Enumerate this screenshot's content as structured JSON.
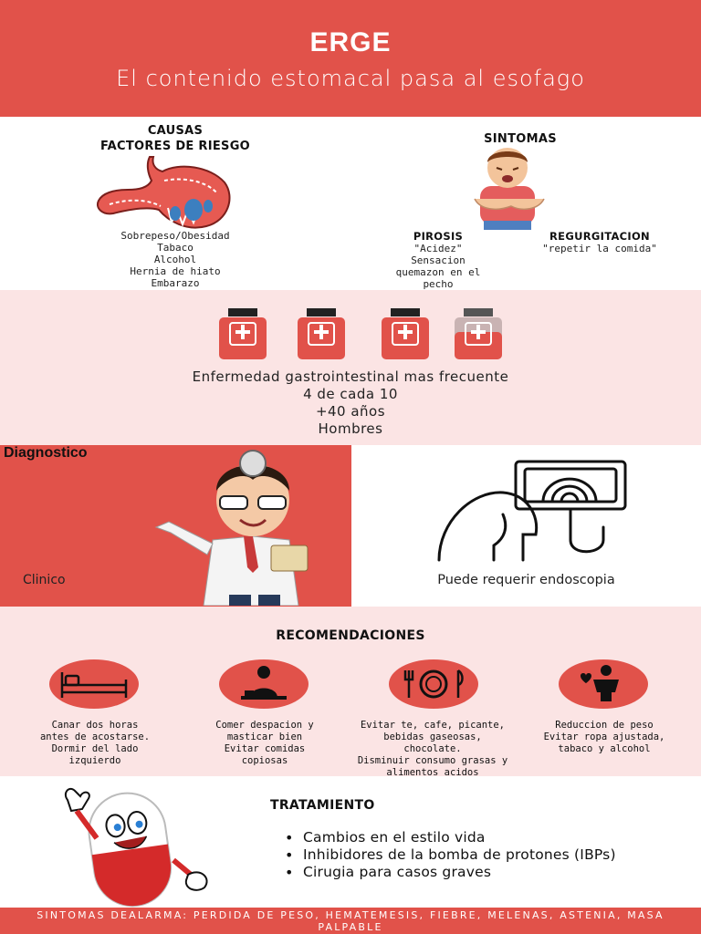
{
  "header": {
    "title": "ERGE",
    "subtitle": "El  contenido estomacal pasa al esofago"
  },
  "causes": {
    "heading_1": "CAUSAS",
    "heading_2": "FACTORES DE RIESGO",
    "items": [
      "Sobrepeso/Obesidad",
      "Tabaco",
      "Alcohol",
      "Hernia de hiato",
      "Embarazo"
    ]
  },
  "symptoms": {
    "heading": "SINTOMAS",
    "pirosis": {
      "title": "PIROSIS",
      "lines": [
        "\"Acidez\"",
        "Sensacion",
        "quemazon en el",
        "pecho"
      ]
    },
    "regurgitacion": {
      "title": "REGURGITACION",
      "line": "\"repetir la comida\""
    }
  },
  "stats": {
    "lines": [
      "Enfermedad gastrointestinal mas frecuente",
      "4 de cada 10",
      "+40 años",
      "Hombres"
    ]
  },
  "diagnostic": {
    "title": "Diagnostico",
    "left_label": "Clinico",
    "right_label": "Puede requerir endoscopia"
  },
  "recommendations": {
    "title": "RECOMENDACIONES",
    "items": [
      {
        "icon": "bed-icon",
        "lines": [
          "Canar dos horas",
          "antes de acostarse.",
          "Dormir del lado",
          "izquierdo"
        ]
      },
      {
        "icon": "eating-person-icon",
        "lines": [
          "Comer despacion y",
          "masticar bien",
          "Evitar comidas",
          "copiosas"
        ]
      },
      {
        "icon": "plate-cutlery-icon",
        "lines": [
          "Evitar te, cafe, picante,",
          "bebidas gaseosas,",
          "chocolate.",
          "Disminuir consumo grasas y",
          "alimentos acidos"
        ]
      },
      {
        "icon": "person-heart-icon",
        "lines": [
          "Reduccion de peso",
          "Evitar ropa ajustada,",
          "tabaco y alcohol"
        ]
      }
    ]
  },
  "treatment": {
    "title": "TRATAMIENTO",
    "items": [
      "Cambios en el estilo vida",
      "Inhibidores de la bomba de protones (IBPs)",
      "Cirugia para casos graves"
    ]
  },
  "footer": {
    "text": "SINTOMAS DEALARMA: PERDIDA DE PESO, HEMATEMESIS, FIEBRE, MELENAS, ASTENIA, MASA PALPABLE"
  },
  "colors": {
    "accent_red": "#e1524a",
    "light_pink": "#fbe4e4"
  }
}
